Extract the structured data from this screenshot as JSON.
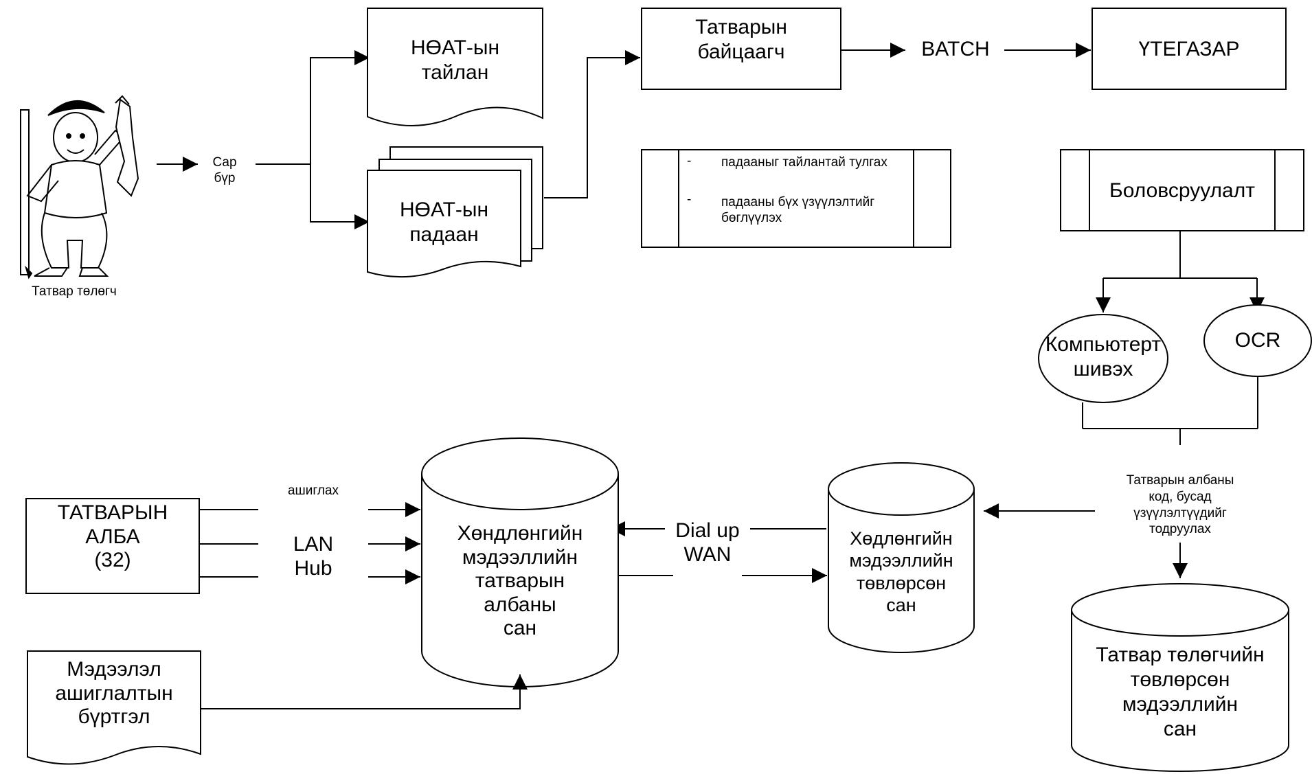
{
  "taxpayer": {
    "caption": "Татвар төлөгч"
  },
  "monthly": {
    "label": "Сар\nбүр"
  },
  "vat_report": {
    "label": "НӨАТ-ын\nтайлан"
  },
  "vat_invoice": {
    "label": "НӨАТ-ын\nпадаан"
  },
  "tax_inspector": {
    "label": "Татварын\nбайцаагч"
  },
  "batch": {
    "label": "BATCH"
  },
  "utegazar": {
    "label": "ҮТЕГАЗАР"
  },
  "checklist": {
    "items": [
      "падааныг тайлантай тулгах",
      "падааны бүх үзүүлэлтийг бөглүүлэх"
    ]
  },
  "processing": {
    "label": "Боловсруулалт"
  },
  "computer_entry": {
    "label": "Компьютерт\nшивэх"
  },
  "ocr": {
    "label": "OCR"
  },
  "tax_office_code": {
    "label": "Татварын албаны\nкод, бусад\nүзүүлэлтүүдийг\nтодруулах"
  },
  "taxpayer_db": {
    "label": "Татвар төлөгчийн\nтөвлөрсөн\nмэдээллийн\nсан"
  },
  "central_db": {
    "label": "Хөдлөнгийн\nмэдээллийн\nтөвлөрсөн\nсан"
  },
  "dial_up": {
    "label": "Dial up\nWAN"
  },
  "office_db": {
    "label": "Хөндлөнгийн\nмэдээллийн\nтатварын\nалбаны\nсан"
  },
  "tax_office": {
    "label": "ТАТВАРЫН\nАЛБА\n(32)"
  },
  "use": {
    "label": "ашиглах"
  },
  "lan": {
    "label": "LAN\nHub"
  },
  "usage_register": {
    "label": "Мэдээлэл\nашиглалтын\nбүртгэл"
  }
}
